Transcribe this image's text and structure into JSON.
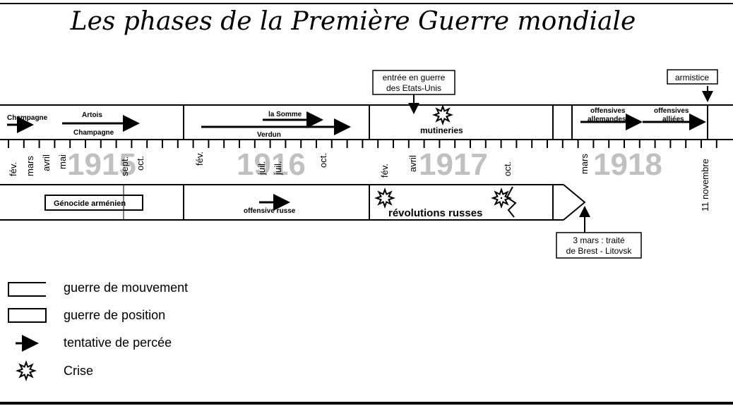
{
  "title": "Les phases de la Première Guerre mondiale",
  "years": [
    {
      "label": "1915",
      "months": [
        "fév.",
        "mars",
        "avril",
        "mai",
        "sept.",
        "oct."
      ]
    },
    {
      "label": "1916",
      "months": [
        "fév.",
        "juil.",
        "juil.",
        "oct."
      ]
    },
    {
      "label": "1917",
      "months": [
        "fév.",
        "avril",
        "oct."
      ]
    },
    {
      "label": "1918",
      "months": [
        "mars",
        "11 novembre"
      ]
    }
  ],
  "events_top": {
    "champagne_1": "Champagne",
    "artois": "Artois",
    "champagne_2": "Champagne",
    "somme": "la Somme",
    "verdun": "Verdun",
    "mutineries": "mutineries",
    "offensives_allemandes": "offensives allemandes",
    "offensives_alliees": "offensives alliées"
  },
  "events_bottom": {
    "genocide": "Génocide arménien",
    "offensive_russe": "offensive russe",
    "revolutions": "révolutions russes"
  },
  "callouts": {
    "etats_unis": [
      "entrée en guerre",
      "des Etats-Unis"
    ],
    "armistice": "armistice",
    "brest_litovsk": [
      "3 mars : traité",
      "de Brest - Litovsk"
    ]
  },
  "legend": [
    {
      "icon": "open-box-icon",
      "label": "guerre de mouvement"
    },
    {
      "icon": "closed-box-icon",
      "label": "guerre de position"
    },
    {
      "icon": "arrow-icon",
      "label": "tentative de percée"
    },
    {
      "icon": "star-burst-icon",
      "label": "Crise"
    }
  ],
  "colors": {
    "ink": "#000000",
    "year_watermark": "#c0c0c0",
    "background": "#ffffff"
  }
}
